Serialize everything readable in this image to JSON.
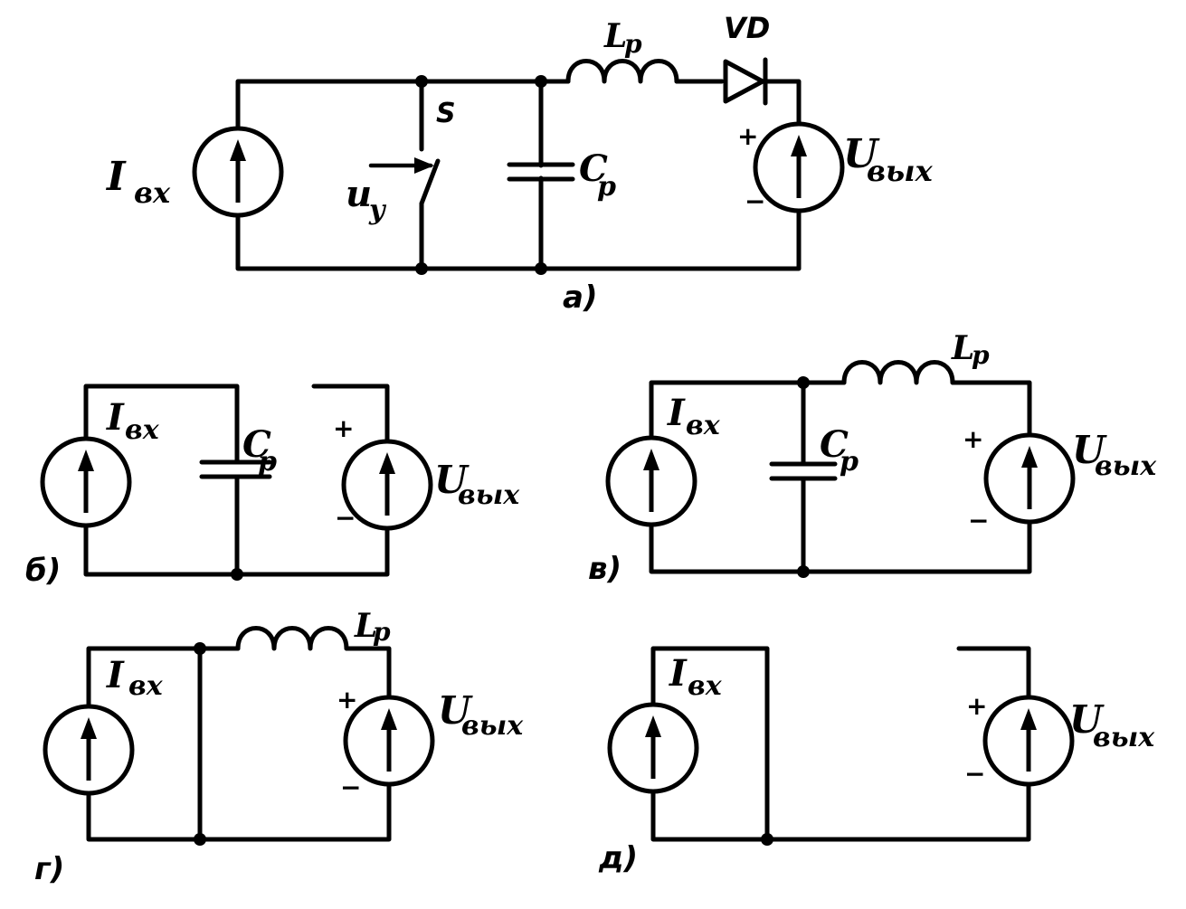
{
  "circuit_a": {
    "caption": "a)",
    "labels": {
      "i_main": "I",
      "i_sub": "вх",
      "switch": "S",
      "control_main": "u",
      "control_sub": "y",
      "cap_main": "C",
      "cap_sub": "p",
      "ind_main": "L",
      "ind_sub": "p",
      "diode": "VD",
      "u_main": "U",
      "u_sub": "вых",
      "plus": "+",
      "minus": "−"
    }
  },
  "circuit_b": {
    "caption": "б)",
    "labels": {
      "i_main": "I",
      "i_sub": "вх",
      "cap_main": "C",
      "cap_sub": "p",
      "u_main": "U",
      "u_sub": "вых",
      "plus": "+",
      "minus": "−"
    }
  },
  "circuit_v": {
    "caption": "в)",
    "labels": {
      "i_main": "I",
      "i_sub": "вх",
      "cap_main": "C",
      "cap_sub": "p",
      "ind_main": "L",
      "ind_sub": "p",
      "u_main": "U",
      "u_sub": "вых",
      "plus": "+",
      "minus": "−"
    }
  },
  "circuit_g": {
    "caption": "г)",
    "labels": {
      "i_main": "I",
      "i_sub": "вх",
      "ind_main": "L",
      "ind_sub": "p",
      "u_main": "U",
      "u_sub": "вых",
      "plus": "+",
      "minus": "−"
    }
  },
  "circuit_d": {
    "caption": "д)",
    "labels": {
      "i_main": "I",
      "i_sub": "вх",
      "u_main": "U",
      "u_sub": "вых",
      "plus": "+",
      "minus": "−"
    }
  }
}
